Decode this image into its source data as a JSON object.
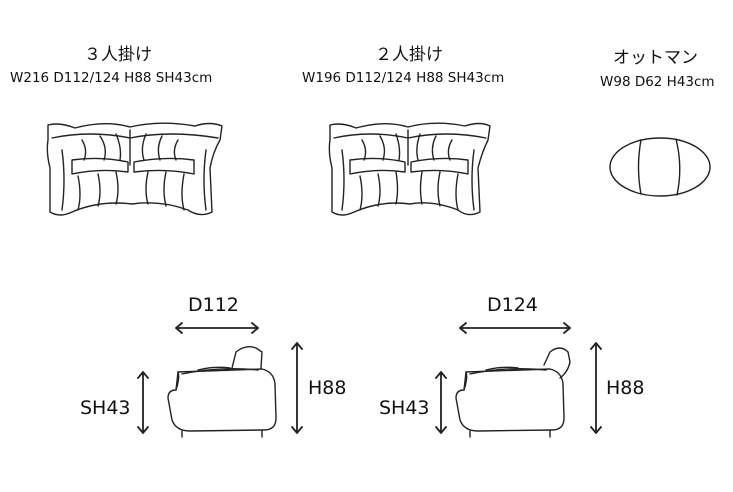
{
  "products": [
    {
      "title": "３人掛け",
      "spec": "W216 D112/124 H88 SH43cm"
    },
    {
      "title": "２人掛け",
      "spec": "W196 D112/124 H88 SH43cm"
    },
    {
      "title": "オットマン",
      "spec": "W98 D62 H43cm"
    }
  ],
  "side_views": [
    {
      "depth": "D112",
      "seat_height": "SH43",
      "height": "H88"
    },
    {
      "depth": "D124",
      "seat_height": "SH43",
      "height": "H88"
    }
  ]
}
